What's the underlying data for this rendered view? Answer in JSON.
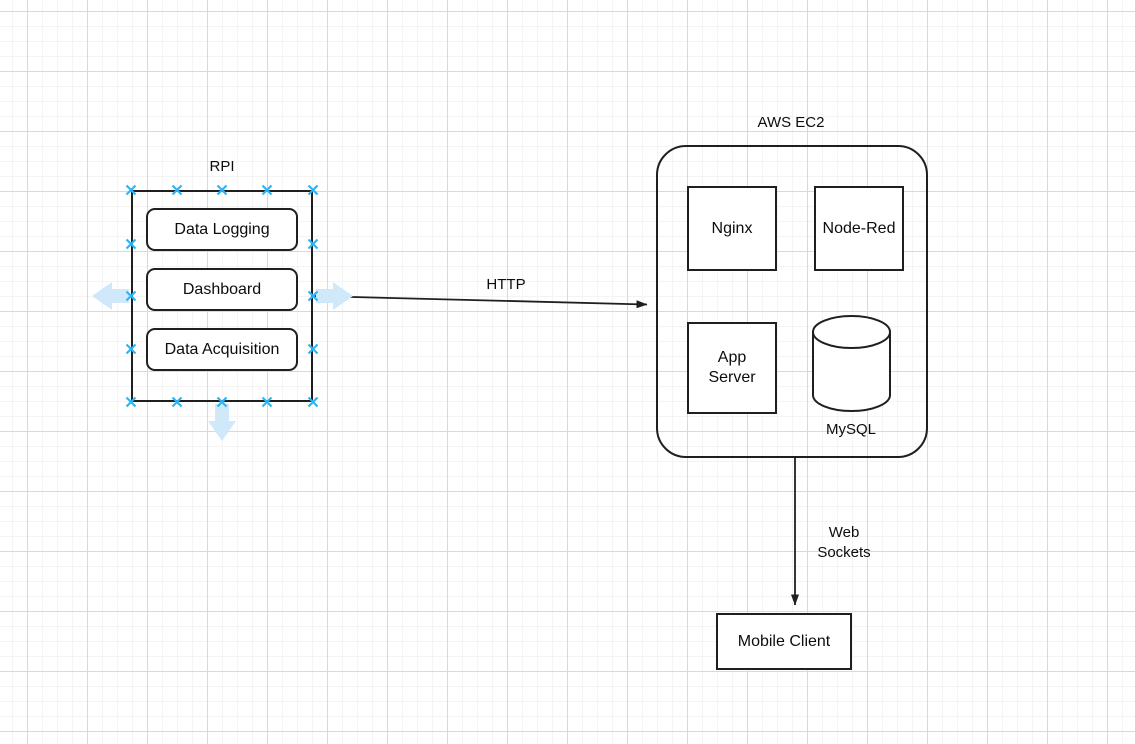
{
  "diagram": {
    "title_rpi": "RPI",
    "title_aws": "AWS EC2",
    "mysql_label": "MySQL",
    "nodes": {
      "data_logging": "Data Logging",
      "dashboard": "Dashboard",
      "data_acquisition": "Data Acquisition",
      "nginx": "Nginx",
      "node_red": "Node-Red",
      "app_server": "App\nServer",
      "mobile_client": "Mobile Client"
    },
    "edges": {
      "http": "HTTP",
      "web_sockets": "Web\nSockets"
    },
    "colors": {
      "stroke": "#1f1f1f",
      "text": "#0d0d0d",
      "selection_handle": "#29b6f6",
      "direction_arrow": "#cfe9fb",
      "grid_major": "#d9d9d9",
      "grid_minor": "#f4f4f4",
      "canvas": "#ffffff"
    }
  }
}
